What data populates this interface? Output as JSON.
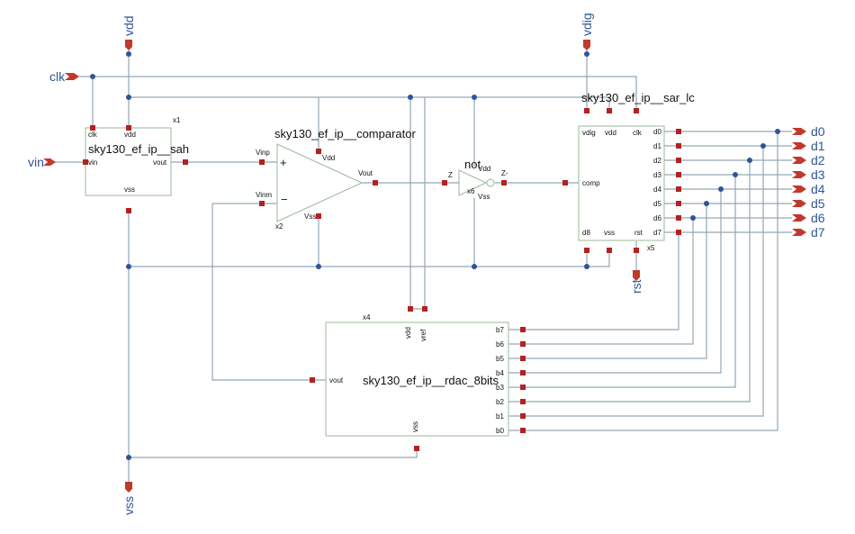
{
  "signals": {
    "clk": "clk",
    "vin": "vin",
    "vdd": "vdd",
    "vdig": "vdig",
    "vss": "vss",
    "rst": "rst",
    "outputs": [
      "d0",
      "d1",
      "d2",
      "d3",
      "d4",
      "d5",
      "d6",
      "d7"
    ]
  },
  "sah": {
    "name": "sky130_ef_ip__sah",
    "instance": "x1",
    "pins": {
      "clk": "clk",
      "vdd": "vdd",
      "vin": "vin",
      "vout": "vout",
      "vss": "vss"
    }
  },
  "comparator": {
    "name": "sky130_ef_ip__comparator",
    "instance": "x2",
    "pins": {
      "vinp": "Vinp",
      "vinm": "Vinm",
      "vdd": "Vdd",
      "vss": "Vss",
      "vout": "Vout"
    },
    "plus": "+",
    "minus": "−"
  },
  "inverter": {
    "name": "not",
    "instance": "x6",
    "pins": {
      "in": "Z",
      "out": "Z-",
      "vdd": "Vdd",
      "vss": "Vss"
    }
  },
  "sar": {
    "name": "sky130_ef_ip__sar_lc",
    "instance": "x5",
    "pins": {
      "vdig": "vdig",
      "vdd": "vdd",
      "clk": "clk",
      "comp": "comp",
      "d8": "d8",
      "vss": "vss",
      "rst": "rst"
    },
    "dpins": [
      "d0",
      "d1",
      "d2",
      "d3",
      "d4",
      "d5",
      "d6",
      "d7"
    ]
  },
  "rdac": {
    "name": "sky130_ef_ip__rdac_8bits",
    "instance": "x4",
    "pins": {
      "vdd": "vdd",
      "vref": "vref",
      "vout": "vout",
      "vss": "vss"
    },
    "bpins": [
      "b7",
      "b6",
      "b5",
      "b4",
      "b3",
      "b2",
      "b1",
      "b0"
    ]
  }
}
